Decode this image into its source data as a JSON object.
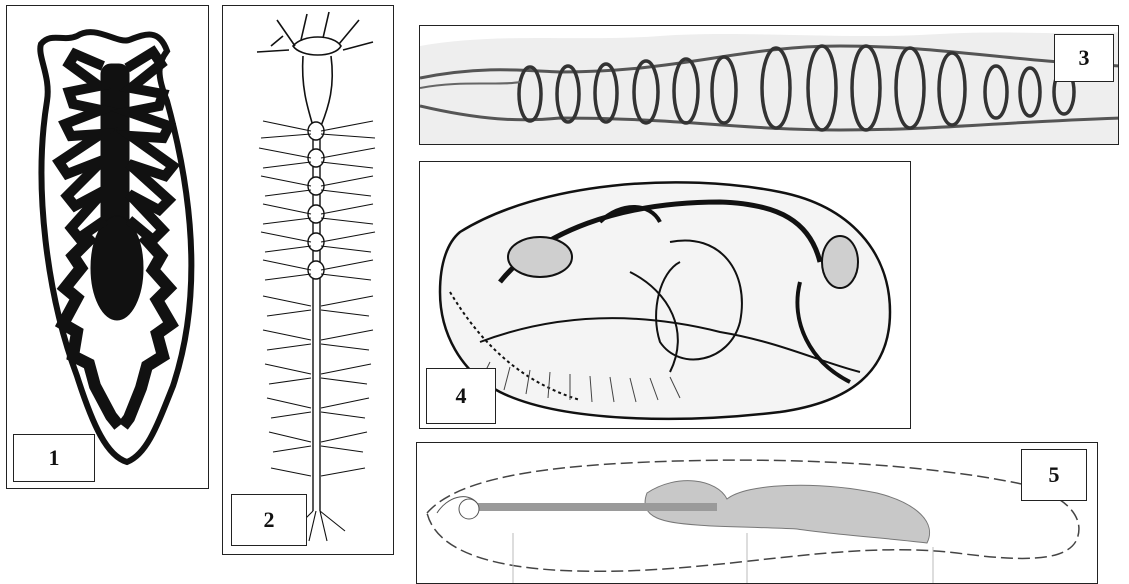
{
  "panels": [
    {
      "label": "1"
    },
    {
      "label": "2"
    },
    {
      "label": "3"
    },
    {
      "label": "4"
    },
    {
      "label": "5"
    }
  ],
  "colors": {
    "ink": "#111111",
    "grey": "#8a8a8a",
    "fill_grey": "#c8c8c8",
    "background": "#ffffff"
  }
}
